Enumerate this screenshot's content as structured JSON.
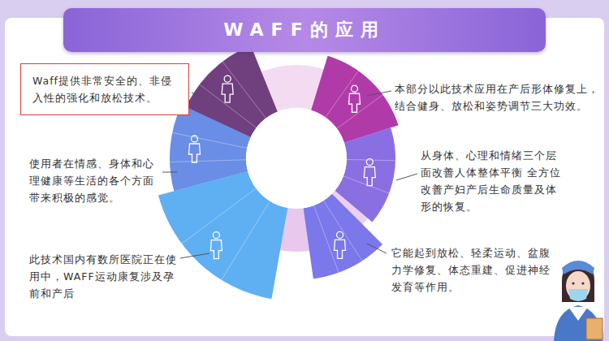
{
  "diagram": {
    "title": "WAFF的应用",
    "nodes": [
      {
        "text": [
          "Waff提供非常安全的、非侵入性的强化和放松技术。"
        ]
      }
    ],
    "labels": [
      "本部分以此技术应用在产后形体修复上，结合健身、放松和姿势调节三大功效。",
      "从身体、心理和情绪三个层面改善人体整体平衡 全方位改善产妇产后生命质量及体形的恢复。",
      "它能起到放松、轻柔运动、盆腹力学修复、体态重建、促进神经发育等作用。",
      "此技术国内有数所医院正在使用中，WAFF运动康复涉及孕前和产后",
      "使用者在情感、身体和心理健康等生活的各个方面带来积极的感觉。"
    ]
  }
}
